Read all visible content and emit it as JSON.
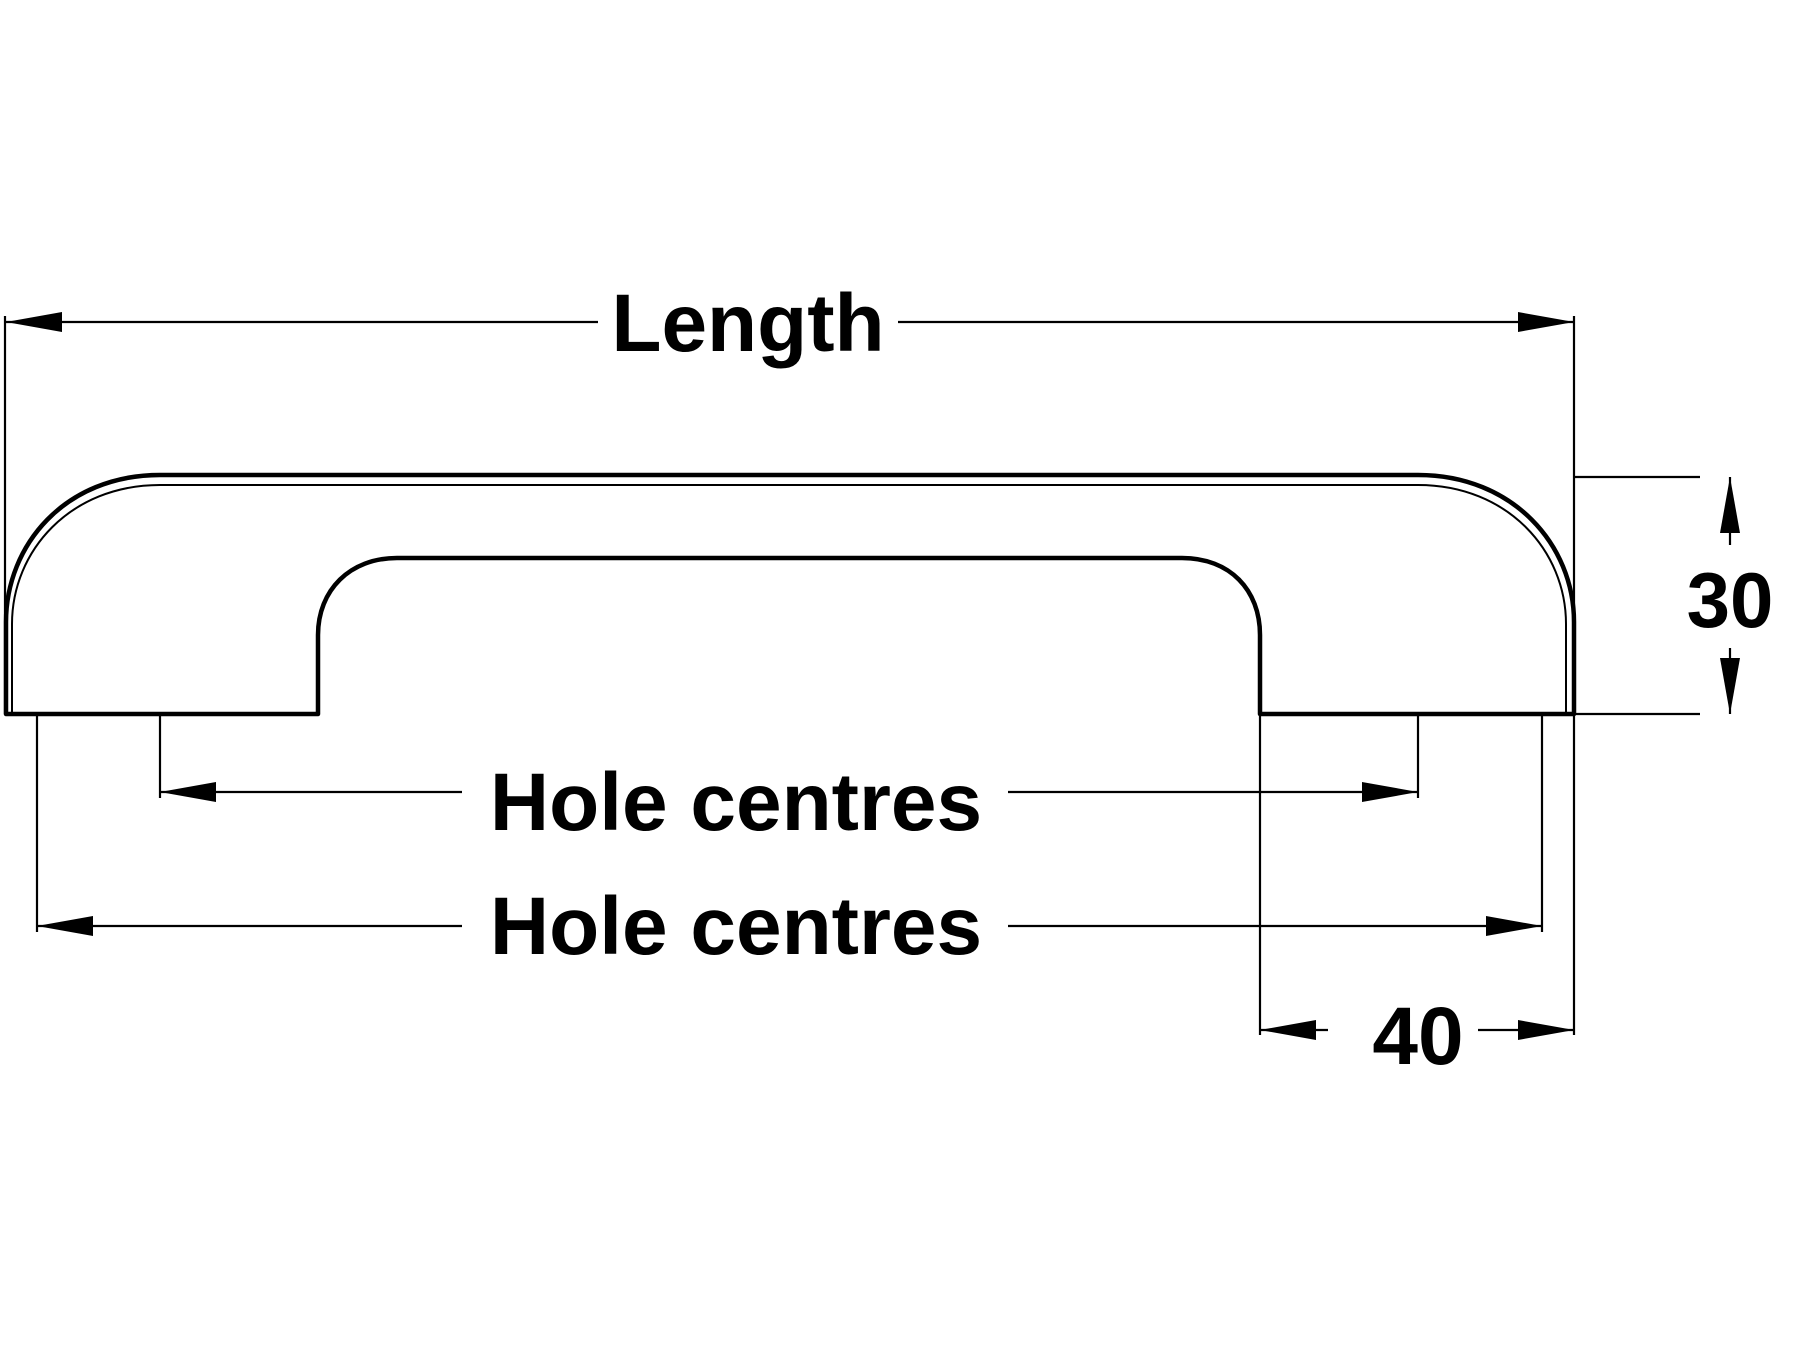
{
  "drawing": {
    "subject": "cabinet handle",
    "units": "mm"
  },
  "dimensions": {
    "length_label": "Length",
    "hole_centres_inner_label": "Hole centres",
    "hole_centres_outer_label": "Hole centres",
    "height_value": "30",
    "leg_width_value": "40"
  },
  "colors": {
    "ink": "#000000",
    "background": "#ffffff"
  }
}
